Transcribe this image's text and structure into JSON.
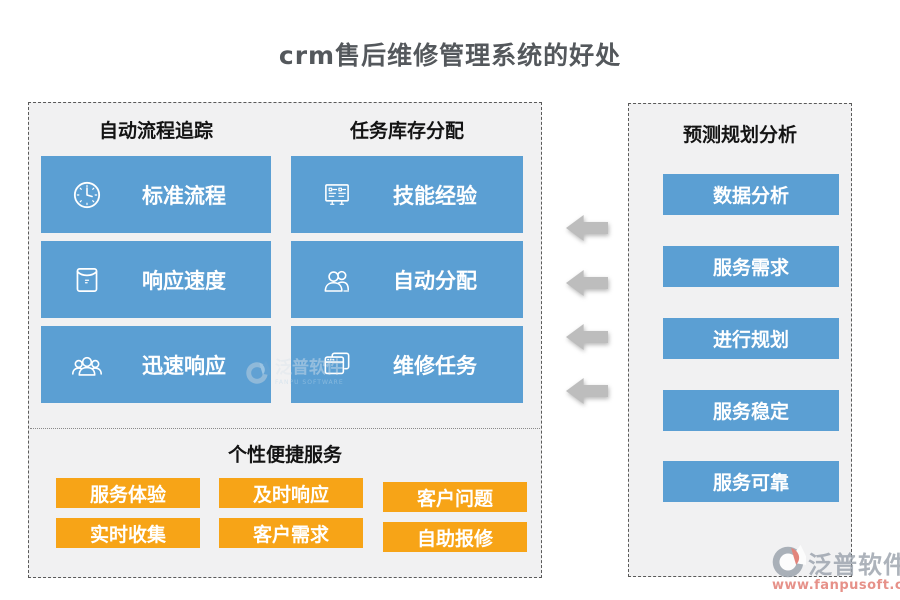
{
  "title": "crm售后维修管理系统的好处",
  "colors": {
    "item_blue": "#5B9FD3",
    "button_orange": "#F7A417",
    "arrow_gray": "#BDBDBD",
    "panel_bg": "#F1F1F2",
    "title_text": "#54585C"
  },
  "left_panel": {
    "column_headers": [
      "自动流程追踪",
      "任务库存分配"
    ],
    "process_items": [
      {
        "label": "标准流程",
        "icon": "clock-icon"
      },
      {
        "label": "响应速度",
        "icon": "envelope-icon"
      },
      {
        "label": "迅速响应",
        "icon": "people-group-icon"
      }
    ],
    "task_items": [
      {
        "label": "技能经验",
        "icon": "board-list-icon"
      },
      {
        "label": "自动分配",
        "icon": "two-users-icon"
      },
      {
        "label": "维修任务",
        "icon": "stacked-windows-icon"
      }
    ],
    "service_section": {
      "header": "个性便捷服务",
      "buttons": [
        "服务体验",
        "及时响应",
        "客户问题",
        "实时收集",
        "客户需求",
        "自助报修"
      ]
    }
  },
  "right_panel": {
    "header": "预测规划分析",
    "items": [
      "数据分析",
      "服务需求",
      "进行规划",
      "服务稳定",
      "服务可靠"
    ]
  },
  "arrows": {
    "count": 4,
    "direction": "left"
  },
  "watermark": {
    "text": "泛普软件",
    "subtext": "FANPU SOFTWARE"
  },
  "brand": {
    "name": "泛普软件",
    "url": "www.fanpusoft.com"
  }
}
